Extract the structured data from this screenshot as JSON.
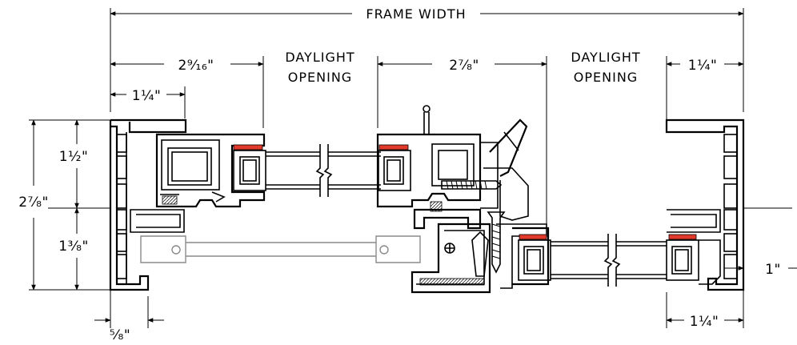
{
  "labels": {
    "frame_width": "FRAME WIDTH",
    "daylight_left_line1": "DAYLIGHT",
    "daylight_left_line2": "OPENING",
    "daylight_right_line1": "DAYLIGHT",
    "daylight_right_line2": "OPENING"
  },
  "dimensions": {
    "left_sash_width": "2⁹⁄₁₆\"",
    "meeting_rail_width": "2⁷⁄₈\"",
    "right_jamb_top": "1¼\"",
    "left_jamb_top": "1¼\"",
    "left_upper_height": "1½\"",
    "overall_depth": "2⁷⁄₈\"",
    "left_lower_height": "1³⁄₈\"",
    "bottom_left_offset": "⁵⁄₈\"",
    "right_offset": "1\"",
    "right_jamb_bottom": "1¼\""
  },
  "colors": {
    "line": "#000000",
    "seal": "#e23a2a",
    "hidden": "#8a8a8a"
  }
}
